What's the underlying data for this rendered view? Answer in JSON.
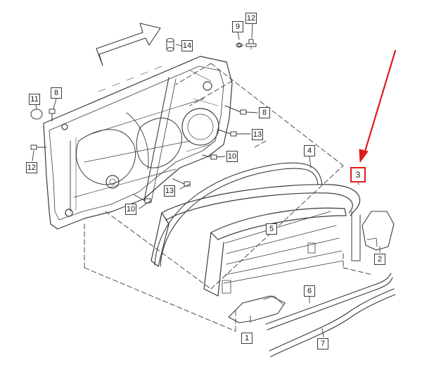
{
  "diagram": {
    "highlight_color": "#e01b1b",
    "line_color": "#3a3a3a",
    "highlighted_part": "3",
    "callouts": [
      {
        "id": "c1",
        "label": "1"
      },
      {
        "id": "c2",
        "label": "2"
      },
      {
        "id": "c3",
        "label": "3"
      },
      {
        "id": "c4",
        "label": "4"
      },
      {
        "id": "c5",
        "label": "5"
      },
      {
        "id": "c6",
        "label": "6"
      },
      {
        "id": "c7",
        "label": "7"
      },
      {
        "id": "c8a",
        "label": "8"
      },
      {
        "id": "c8b",
        "label": "8"
      },
      {
        "id": "c9",
        "label": "9"
      },
      {
        "id": "c10a",
        "label": "10"
      },
      {
        "id": "c10b",
        "label": "10"
      },
      {
        "id": "c11",
        "label": "11"
      },
      {
        "id": "c12a",
        "label": "12"
      },
      {
        "id": "c12b",
        "label": "12"
      },
      {
        "id": "c13a",
        "label": "13"
      },
      {
        "id": "c13b",
        "label": "13"
      },
      {
        "id": "c14",
        "label": "14"
      }
    ]
  }
}
